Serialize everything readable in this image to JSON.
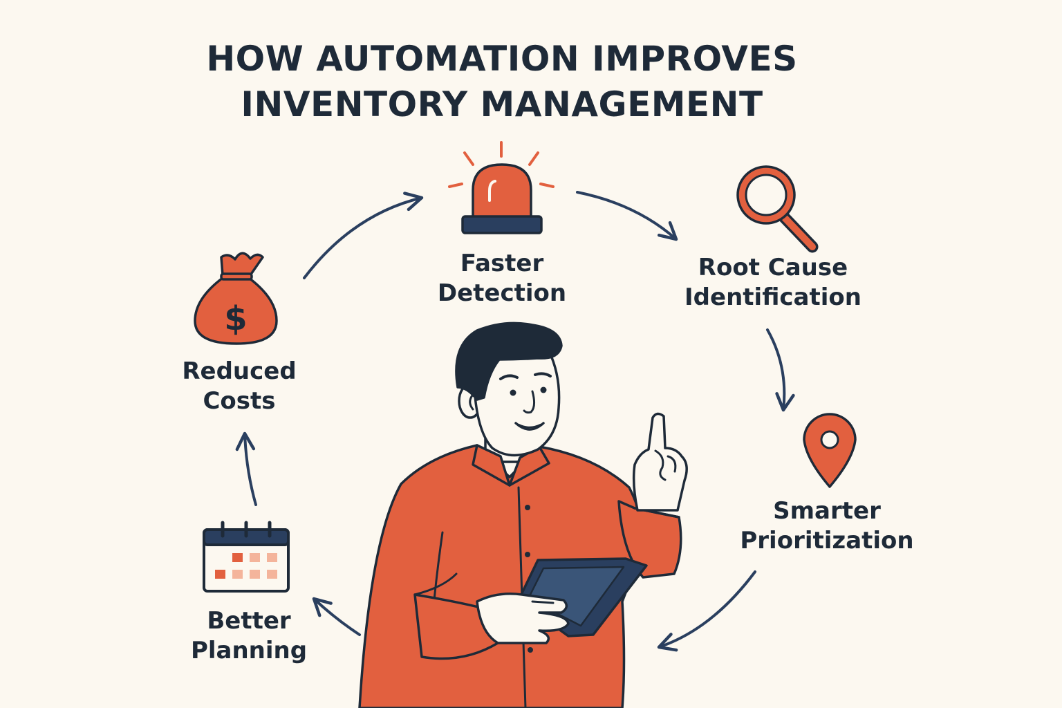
{
  "title": {
    "line1": "HOW AUTOMATION IMPROVES",
    "line2": "INVENTORY MANAGEMENT"
  },
  "steps": [
    {
      "icon": "siren-icon",
      "line1": "Faster",
      "line2": "Detection"
    },
    {
      "icon": "magnifier-icon",
      "line1": "Root Cause",
      "line2": "Identification"
    },
    {
      "icon": "location-pin-icon",
      "line1": "Smarter",
      "line2": "Prioritization"
    },
    {
      "icon": "calendar-icon",
      "line1": "Better",
      "line2": "Planning"
    },
    {
      "icon": "money-bag-icon",
      "line1": "Reduced",
      "line2": "Costs"
    }
  ],
  "colors": {
    "background": "#fcf8f0",
    "accent": "#e2603f",
    "navy": "#2a3f5f",
    "text": "#1e2a38"
  }
}
